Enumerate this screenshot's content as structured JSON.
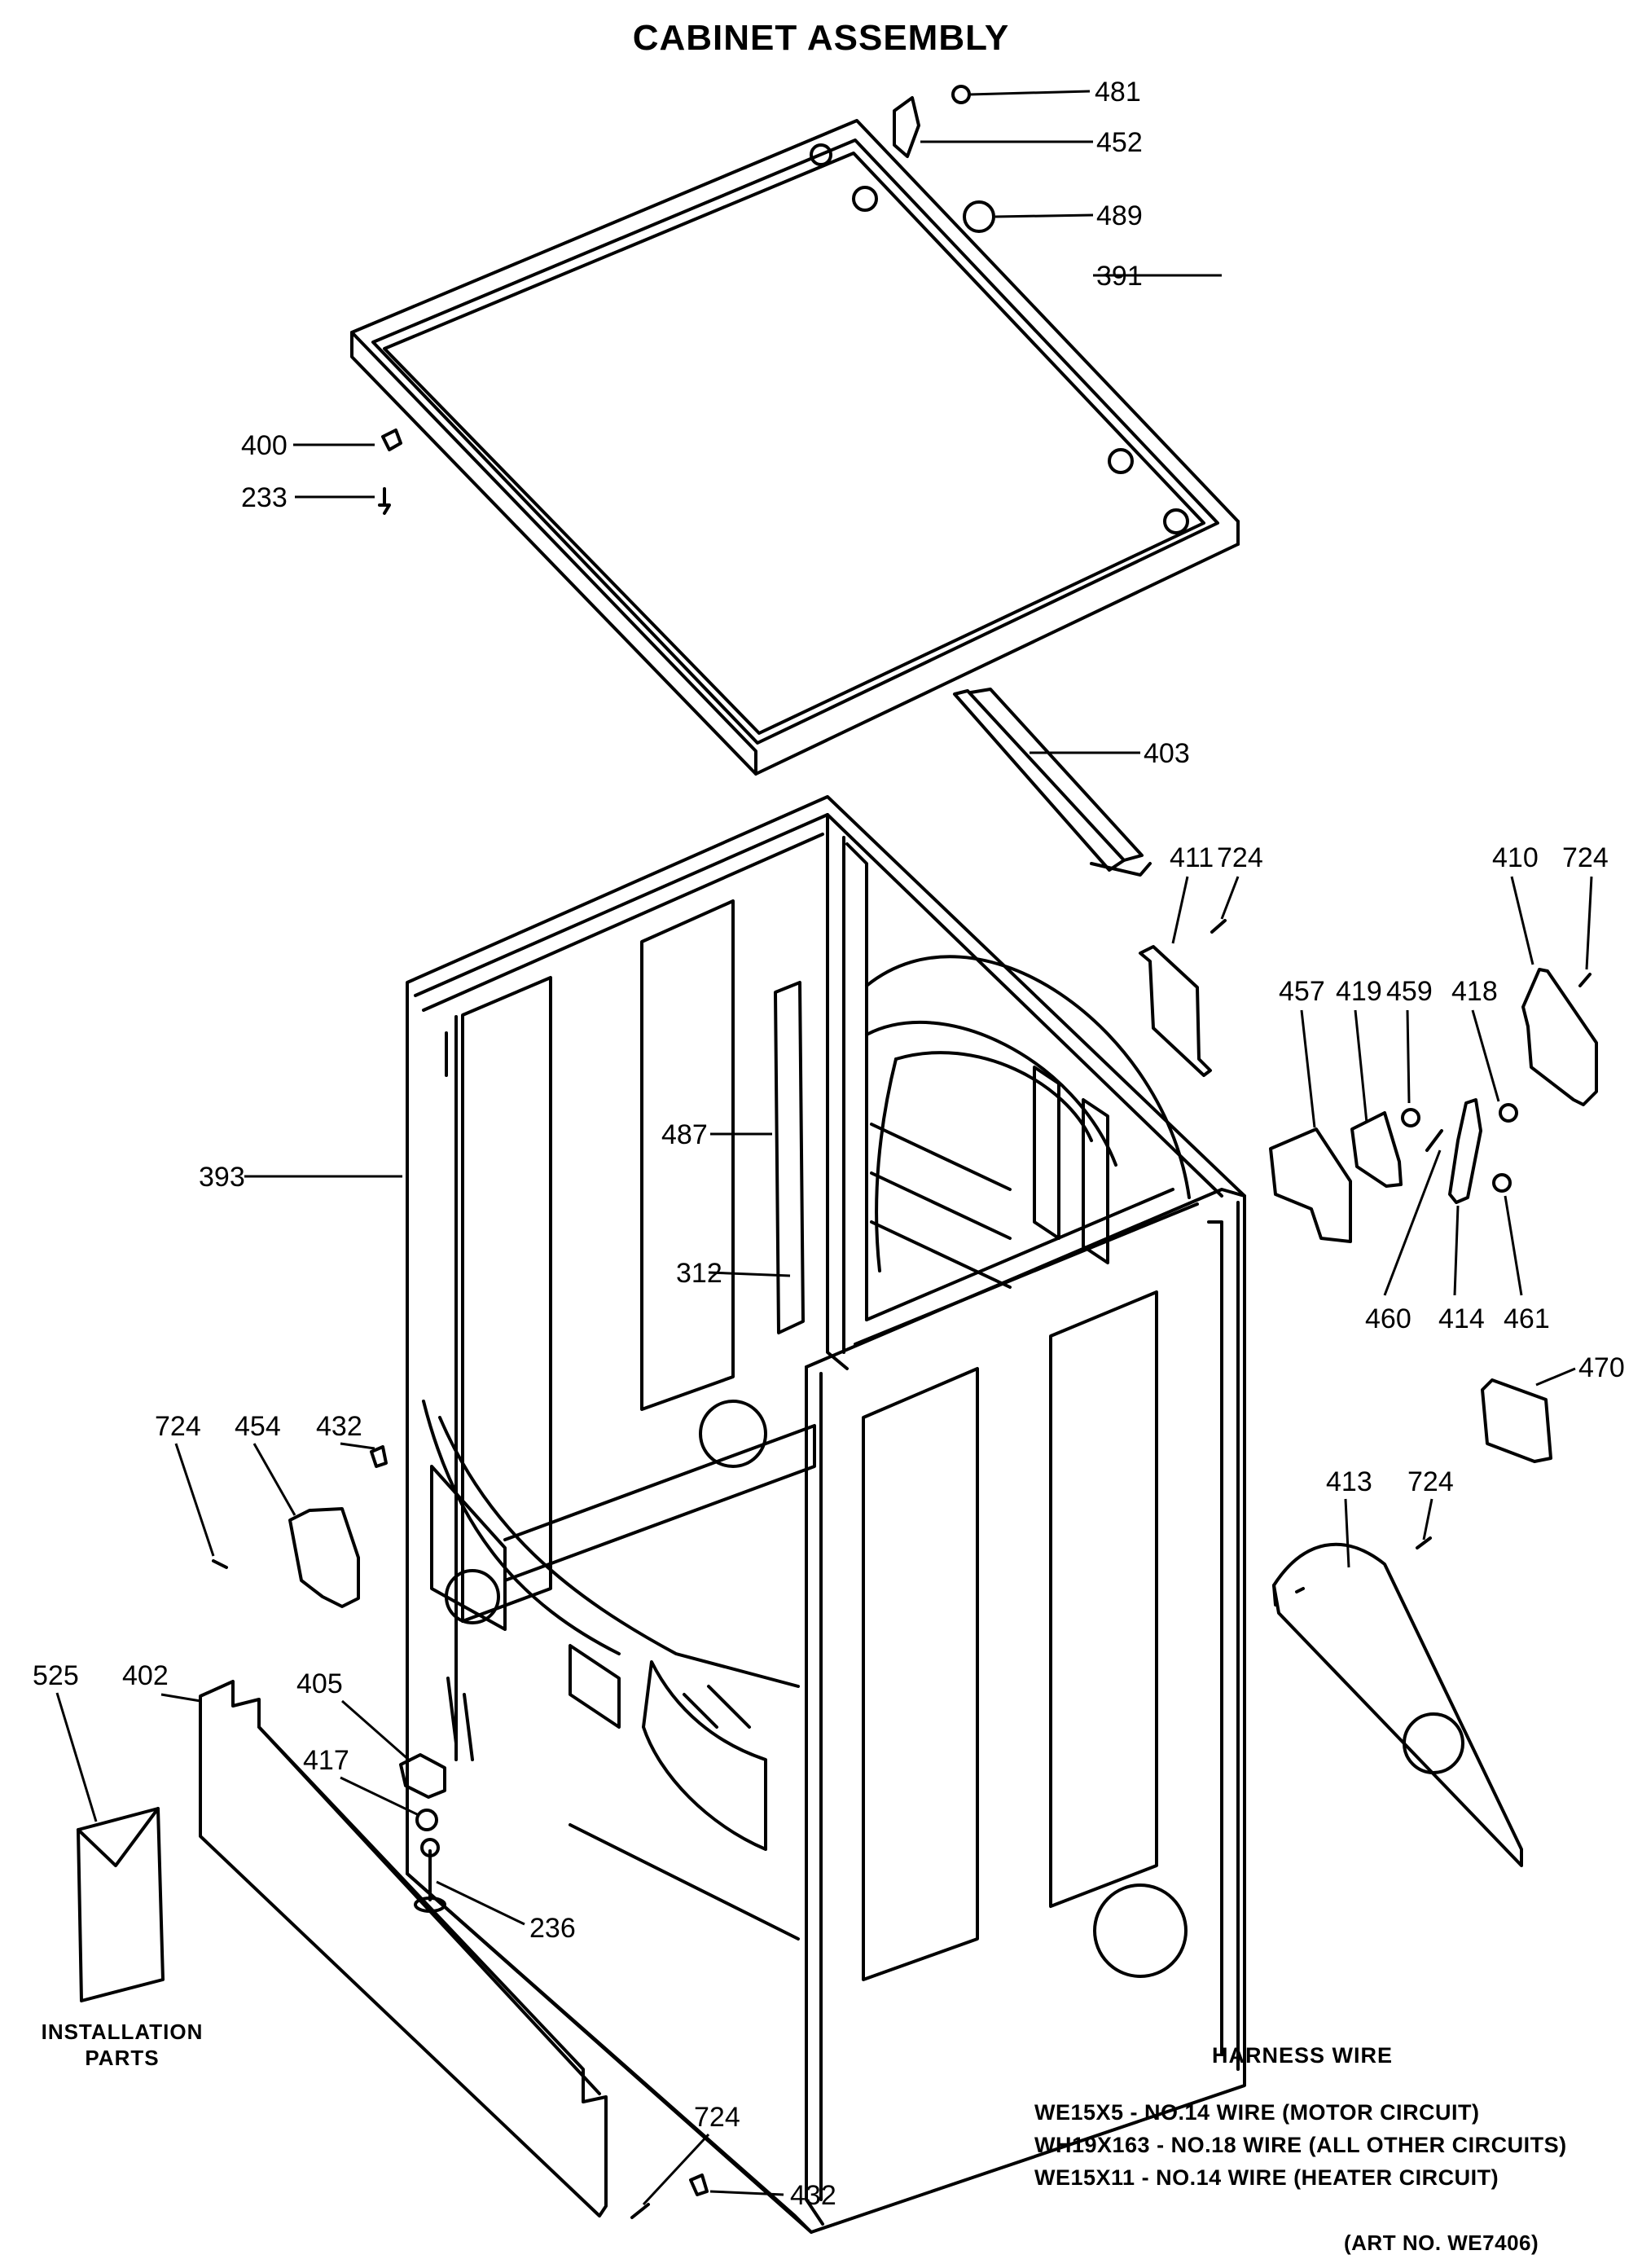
{
  "header": {
    "top_fragment": "",
    "title": "CABINET ASSEMBLY"
  },
  "callouts": [
    "481",
    "452",
    "489",
    "391",
    "400",
    "233",
    "403",
    "411",
    "724",
    "410",
    "724",
    "457",
    "419",
    "459",
    "418",
    "487",
    "393",
    "312",
    "460",
    "414",
    "461",
    "470",
    "724",
    "454",
    "432",
    "413",
    "724",
    "525",
    "402",
    "405",
    "417",
    "236",
    "724",
    "432"
  ],
  "installation": {
    "line1": "INSTALLATION",
    "line2": "PARTS"
  },
  "harness": {
    "title": "HARNESS WIRE",
    "lines": [
      "WE15X5 - NO.14 WIRE (MOTOR CIRCUIT)",
      "WH19X163 - NO.18 WIRE (ALL OTHER CIRCUITS)",
      "WE15X11 - NO.14 WIRE (HEATER CIRCUIT)"
    ]
  },
  "art_number": "(ART NO. WE7406)"
}
